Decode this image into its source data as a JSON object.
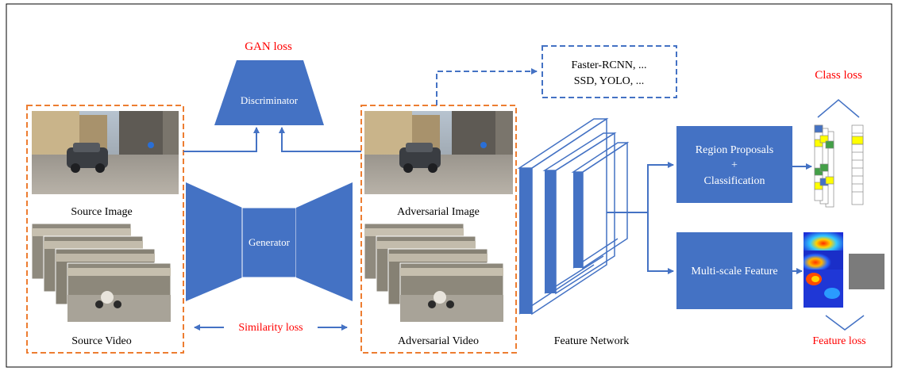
{
  "labels": {
    "gan_loss": "GAN loss",
    "discriminator": "Discriminator",
    "detectors_line1": "Faster-RCNN, ...",
    "detectors_line2": "SSD, YOLO, ...",
    "class_loss": "Class loss",
    "source_image": "Source Image",
    "generator": "Generator",
    "adversarial_image": "Adversarial Image",
    "region_line1": "Region Proposals",
    "region_plus": "+",
    "region_line2": "Classification",
    "multiscale": "Multi-scale Feature",
    "source_video": "Source Video",
    "similarity_loss": "Similarity loss",
    "adversarial_video": "Adversarial Video",
    "feature_network": "Feature Network",
    "feature_loss": "Feature loss"
  },
  "colors": {
    "block": "#4472c4",
    "dashed_orange": "#ed7d31",
    "loss_text": "#ff0000",
    "text": "#000000",
    "green_cell": "#43a047",
    "yellow_cell": "#ffff00",
    "blue_cell": "#4472c4"
  }
}
